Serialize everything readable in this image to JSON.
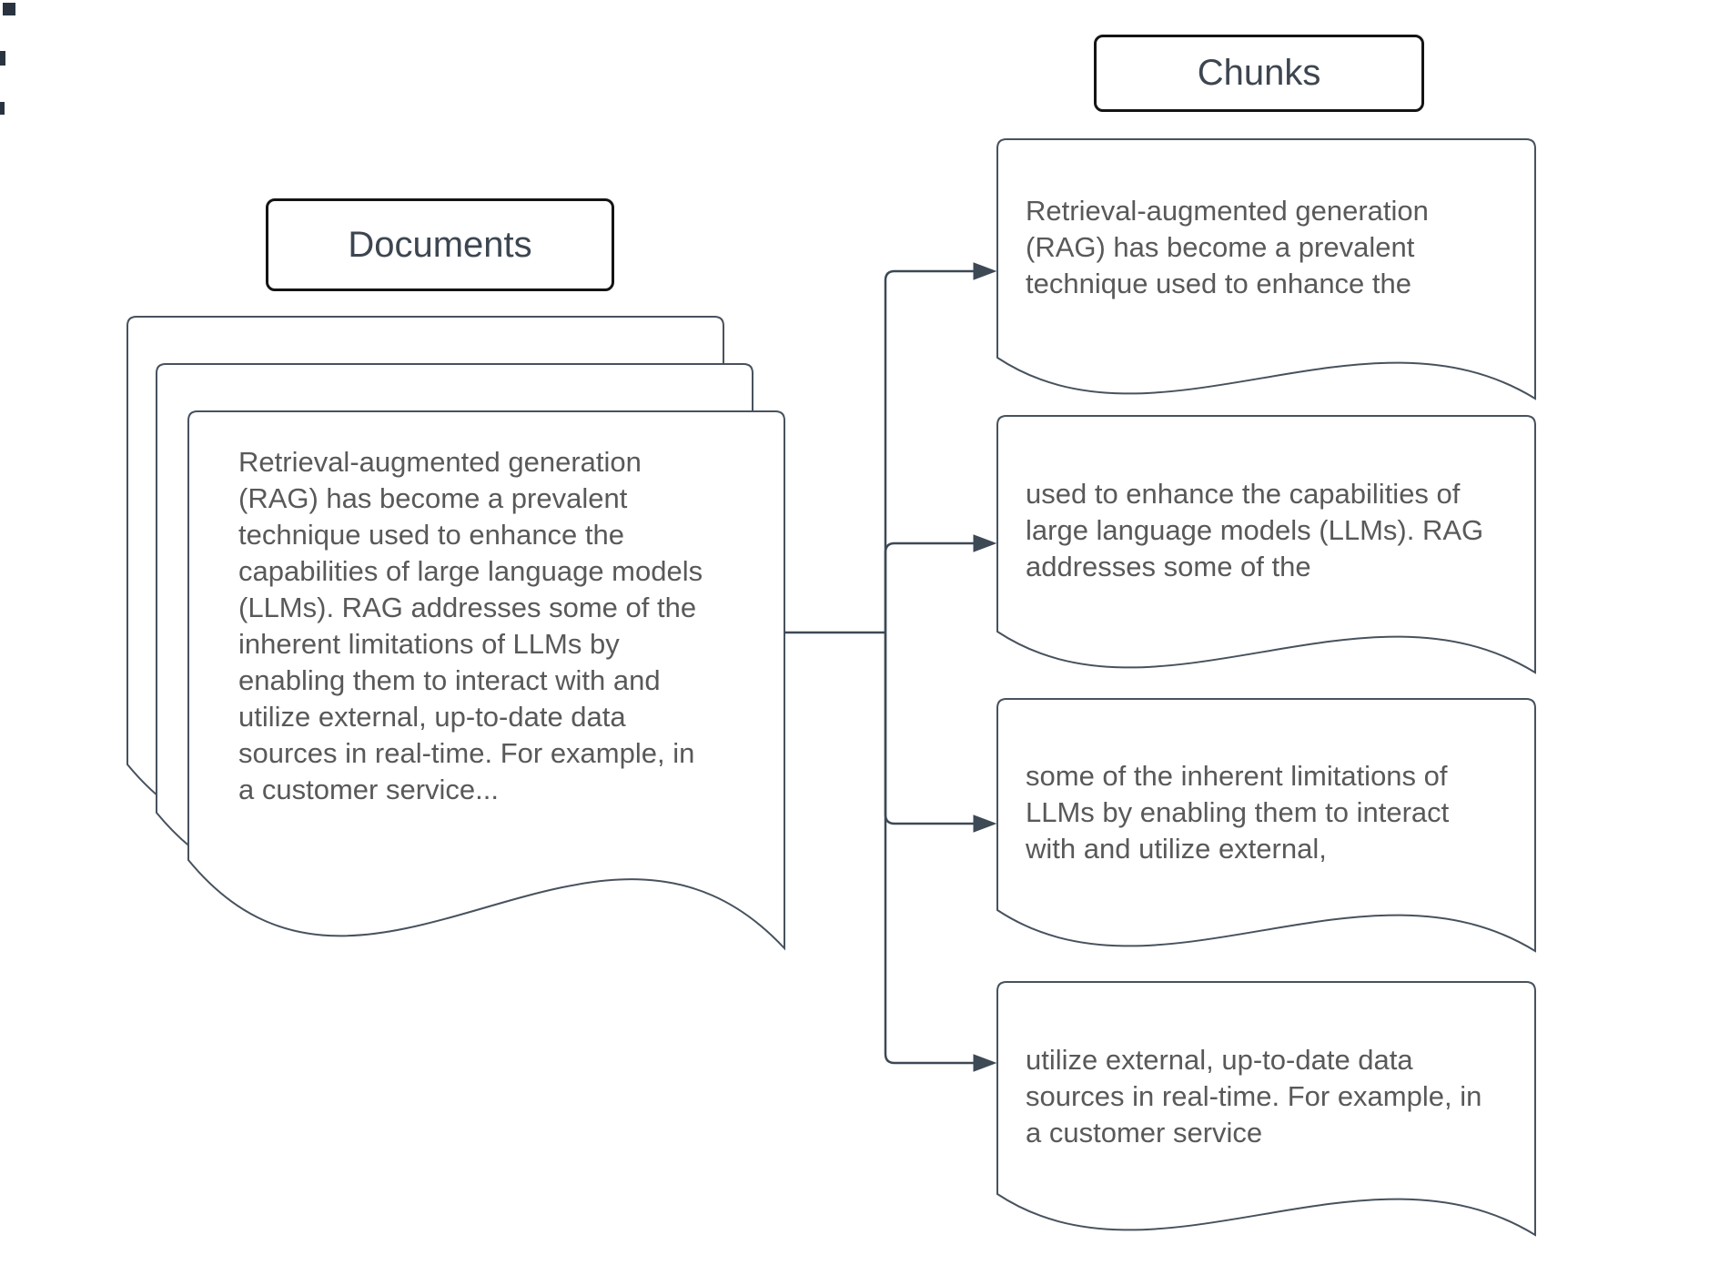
{
  "diagram": {
    "documents_label": "Documents",
    "chunks_label": "Chunks",
    "document": {
      "text": "Retrieval-augmented generation\n(RAG) has become a prevalent\ntechnique used to enhance the\ncapabilities of large language models\n(LLMs). RAG addresses some of the\ninherent limitations of LLMs by\nenabling them to interact with and\nutilize external, up-to-date data\nsources in real-time. For example, in\na customer service..."
    },
    "chunks": [
      {
        "text": "Retrieval-augmented generation\n(RAG) has become a prevalent\ntechnique used to enhance the"
      },
      {
        "text": "used to enhance the capabilities of\nlarge language models (LLMs). RAG\naddresses some of the"
      },
      {
        "text": "some of the inherent limitations of\nLLMs by enabling them to interact\nwith and utilize external,"
      },
      {
        "text": "utilize external, up-to-date data\nsources in real-time. For example, in\na customer service"
      }
    ],
    "colors": {
      "background": "#ffffff",
      "shape_stroke": "#47525e",
      "connector_stroke": "#3d4955",
      "label_border": "#141414",
      "label_text": "#3d4650",
      "body_text": "#595959"
    }
  }
}
